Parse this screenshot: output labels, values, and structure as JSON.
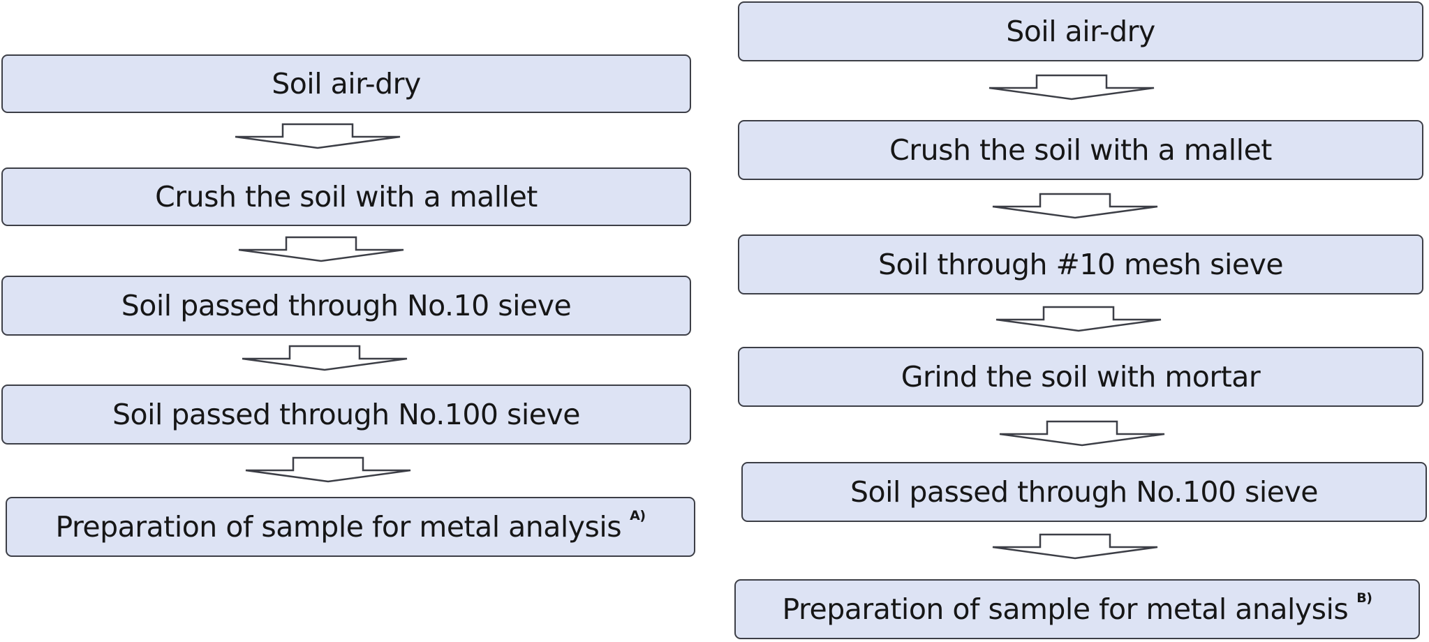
{
  "left_flow": {
    "steps": [
      "Soil air-dry",
      "Crush the soil with a mallet",
      "Soil passed through No.10 sieve",
      "Soil passed through No.100 sieve",
      "Preparation of sample for metal analysis"
    ],
    "final_note": "A)"
  },
  "right_flow": {
    "steps": [
      "Soil air-dry",
      "Crush the soil with a mallet",
      "Soil through #10 mesh sieve",
      "Grind the soil with mortar",
      "Soil passed through No.100 sieve",
      "Preparation of sample for metal analysis"
    ],
    "final_note": "B)"
  },
  "colors": {
    "box_fill": "#dde3f4",
    "box_border": "#3c3e46",
    "arrow_stroke": "#3c3e46",
    "text": "#161616"
  }
}
